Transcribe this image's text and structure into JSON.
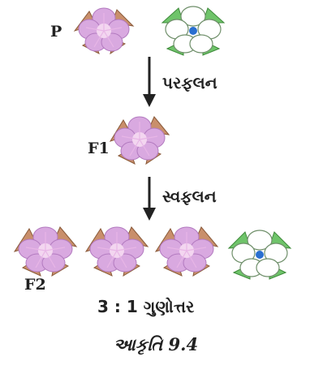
{
  "labels": {
    "parent": "P",
    "f1": "F1",
    "f2": "F2"
  },
  "steps": {
    "cross": "પરફલન",
    "self": "સ્વફલન"
  },
  "ratio": "3 : 1 ગુણોત્તર",
  "caption": "આકૃતિ 9.4",
  "colors": {
    "purple_petal": "#d9a9e0",
    "purple_center": "#f3d6f0",
    "sepal": "#c98f6b",
    "white_petal": "#ffffff",
    "white_center": "#2a6fd0",
    "green_sepal": "#6fc46a"
  },
  "icons": {
    "purple_flower": "purple-flower-icon",
    "white_flower": "white-flower-icon",
    "arrow": "down-arrow-icon"
  }
}
